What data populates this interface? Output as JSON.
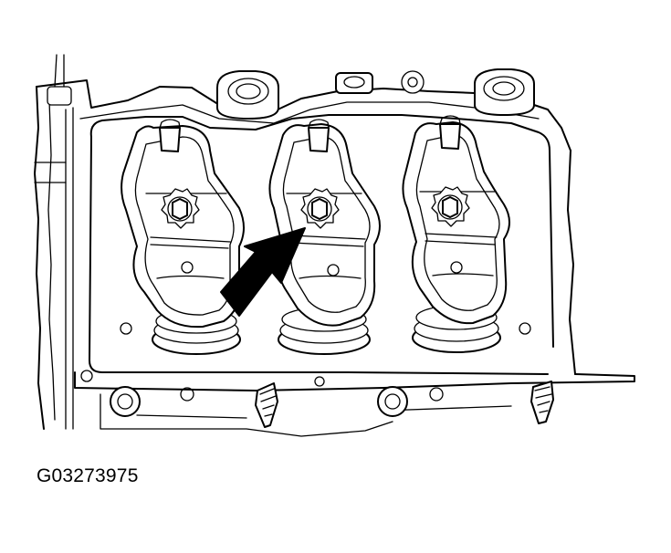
{
  "figure": {
    "id_label": "G03273975"
  },
  "diagram": {
    "subject": "rocker-arm-assembly",
    "rocker_arm_count": 3,
    "indicated_rocker": 2,
    "pointer": "arrow-icon",
    "colors": {
      "line": "#000000",
      "background": "#ffffff"
    }
  }
}
